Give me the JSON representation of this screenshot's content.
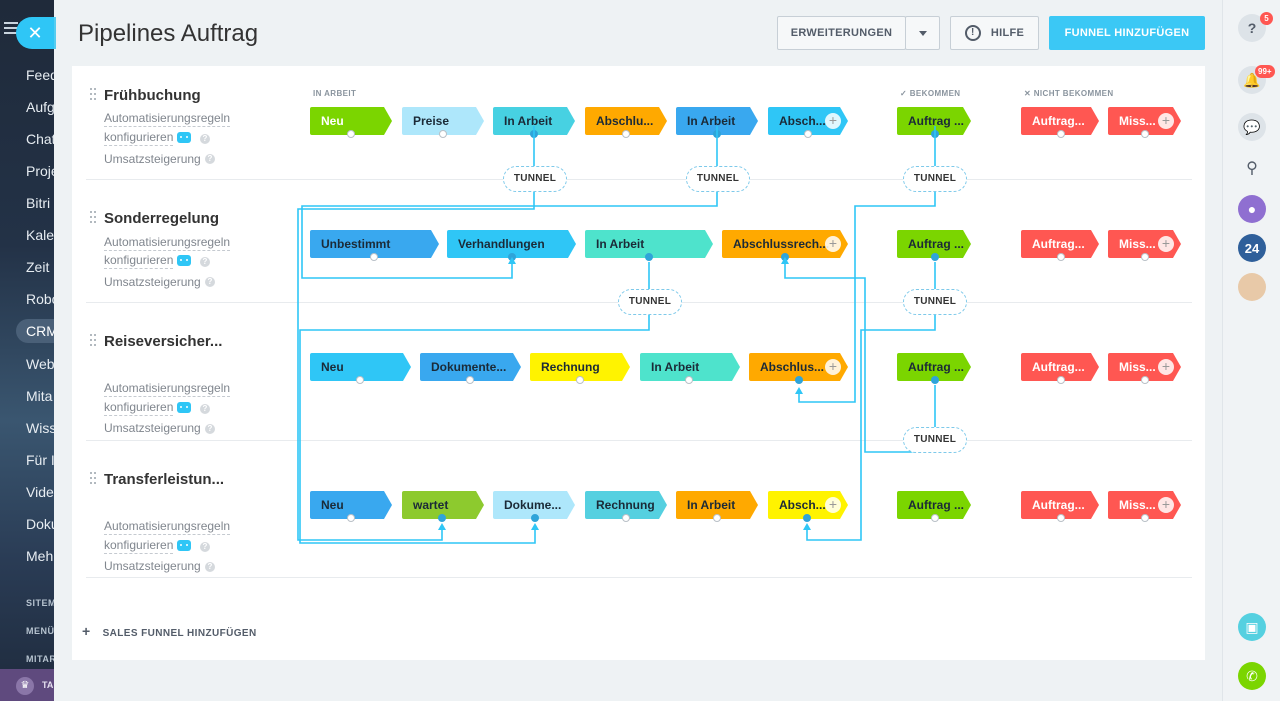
{
  "page": {
    "title": "Pipelines Auftrag"
  },
  "header": {
    "extensions_label": "ERWEITERUNGEN",
    "help_label": "HILFE",
    "add_funnel_label": "FUNNEL HINZUFÜGEN"
  },
  "left_sidebar": {
    "items": [
      "Feed",
      "Aufg",
      "Chat",
      "Proje",
      "Bitri",
      "Kale",
      "Zeit",
      "Robo",
      "CRM",
      "Web",
      "Mita",
      "Wiss",
      "Für I",
      "Vide",
      "Doku",
      "Meh"
    ],
    "small_items": [
      "SITEMA",
      "MENÜ",
      "MITAR"
    ],
    "bottom_label": "TA"
  },
  "columns": {
    "in_work": "IN ARBEIT",
    "won": "BEKOMMEN",
    "lost": "NICHT BEKOMMEN"
  },
  "pipeline_links": {
    "automation_line1": "Automatisierungsregeln",
    "automation_line2": "konfigurieren",
    "upsell": "Umsatzsteigerung"
  },
  "pipelines": [
    {
      "name": "Frühbuchung",
      "stages": [
        "Neu",
        "Preise",
        "In Arbeit",
        "Abschlu...",
        "In Arbeit",
        "Absch..."
      ],
      "won": "Auftrag ...",
      "lost": [
        "Auftrag...",
        "Miss..."
      ]
    },
    {
      "name": "Sonderregelung",
      "stages": [
        "Unbestimmt",
        "Verhandlungen",
        "In Arbeit",
        "Abschlussrech..."
      ],
      "won": "Auftrag ...",
      "lost": [
        "Auftrag...",
        "Miss..."
      ]
    },
    {
      "name": "Reiseversicher...",
      "stages": [
        "Neu",
        "Dokumente...",
        "Rechnung",
        "In Arbeit",
        "Abschlus..."
      ],
      "won": "Auftrag ...",
      "lost": [
        "Auftrag...",
        "Miss..."
      ]
    },
    {
      "name": "Transferleistun...",
      "stages": [
        "Neu",
        "wartet",
        "Dokume...",
        "Rechnung",
        "In Arbeit",
        "Absch..."
      ],
      "won": "Auftrag ...",
      "lost": [
        "Auftrag...",
        "Miss..."
      ]
    }
  ],
  "tunnel_label": "TUNNEL",
  "add_sales_funnel": "SALES FUNNEL HINZUFÜGEN",
  "right_rail": {
    "help_badge": "5",
    "notifications_badge": "99+",
    "brand_number": "24"
  },
  "colors": {
    "green": "#7bd500",
    "light_blue": "#aee7fb",
    "teal": "#47d1e2",
    "orange": "#ffa900",
    "blue": "#39a8ef",
    "sky": "#2fc6f6",
    "mint": "#55d0e0",
    "yellow": "#fff300",
    "red": "#ff5752",
    "olive": "#8dca2e",
    "tunnel_line": "#2fc6f6"
  }
}
